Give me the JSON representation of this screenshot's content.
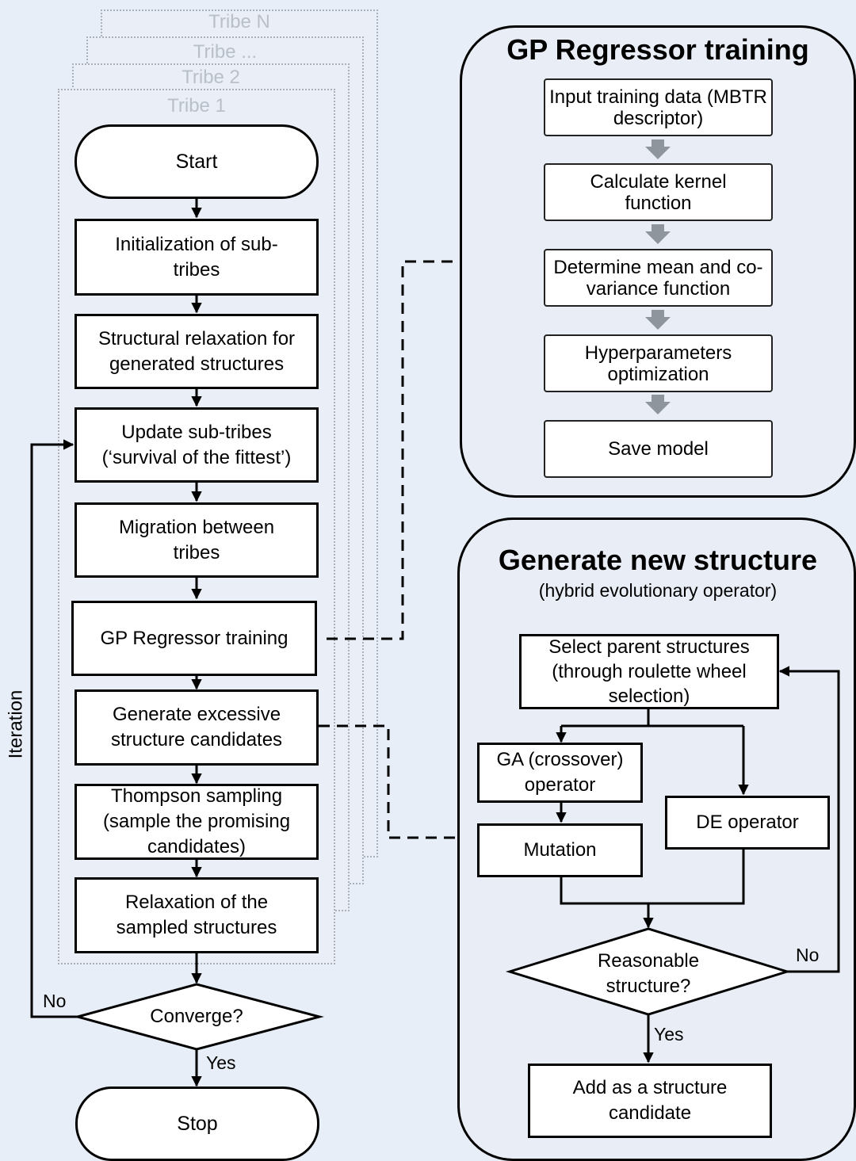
{
  "tribes": {
    "stack": [
      "Tribe N",
      "Tribe ...",
      "Tribe 2",
      "Tribe 1"
    ]
  },
  "flow": {
    "start": "Start",
    "init": "Initialization of sub-tribes",
    "relax_generated": "Structural relaxation for generated structures",
    "update": "Update sub-tribes (‘survival of the fittest’)",
    "migration": "Migration between tribes",
    "gp_training": "GP Regressor training",
    "generate_excessive": "Generate excessive structure candidates",
    "thompson": "Thompson sampling (sample the promising candidates)",
    "relax_sampled": "Relaxation of the sampled structures",
    "converge": "Converge?",
    "stop": "Stop",
    "no_label": "No",
    "yes_label": "Yes",
    "iteration_label": "Iteration"
  },
  "gp_panel": {
    "title": "GP Regressor training",
    "steps": [
      "Input training data (MBTR descriptor)",
      "Calculate kernel function",
      "Determine mean and co-variance function",
      "Hyperparameters optimization",
      "Save model"
    ]
  },
  "gen_panel": {
    "title": "Generate new structure",
    "subtitle": "(hybrid evolutionary operator)",
    "select_parents": "Select parent structures (through roulette wheel selection)",
    "ga_operator": "GA (crossover) operator",
    "mutation": "Mutation",
    "de_operator": "DE operator",
    "reasonable": "Reasonable structure?",
    "no_label": "No",
    "yes_label": "Yes",
    "add_candidate": "Add as a structure candidate"
  },
  "colors": {
    "background": "#e8eef7",
    "tribe_border": "#aab1bb",
    "tribe_label": "#b9c0c9",
    "gp_arrow": "#8f959c"
  }
}
